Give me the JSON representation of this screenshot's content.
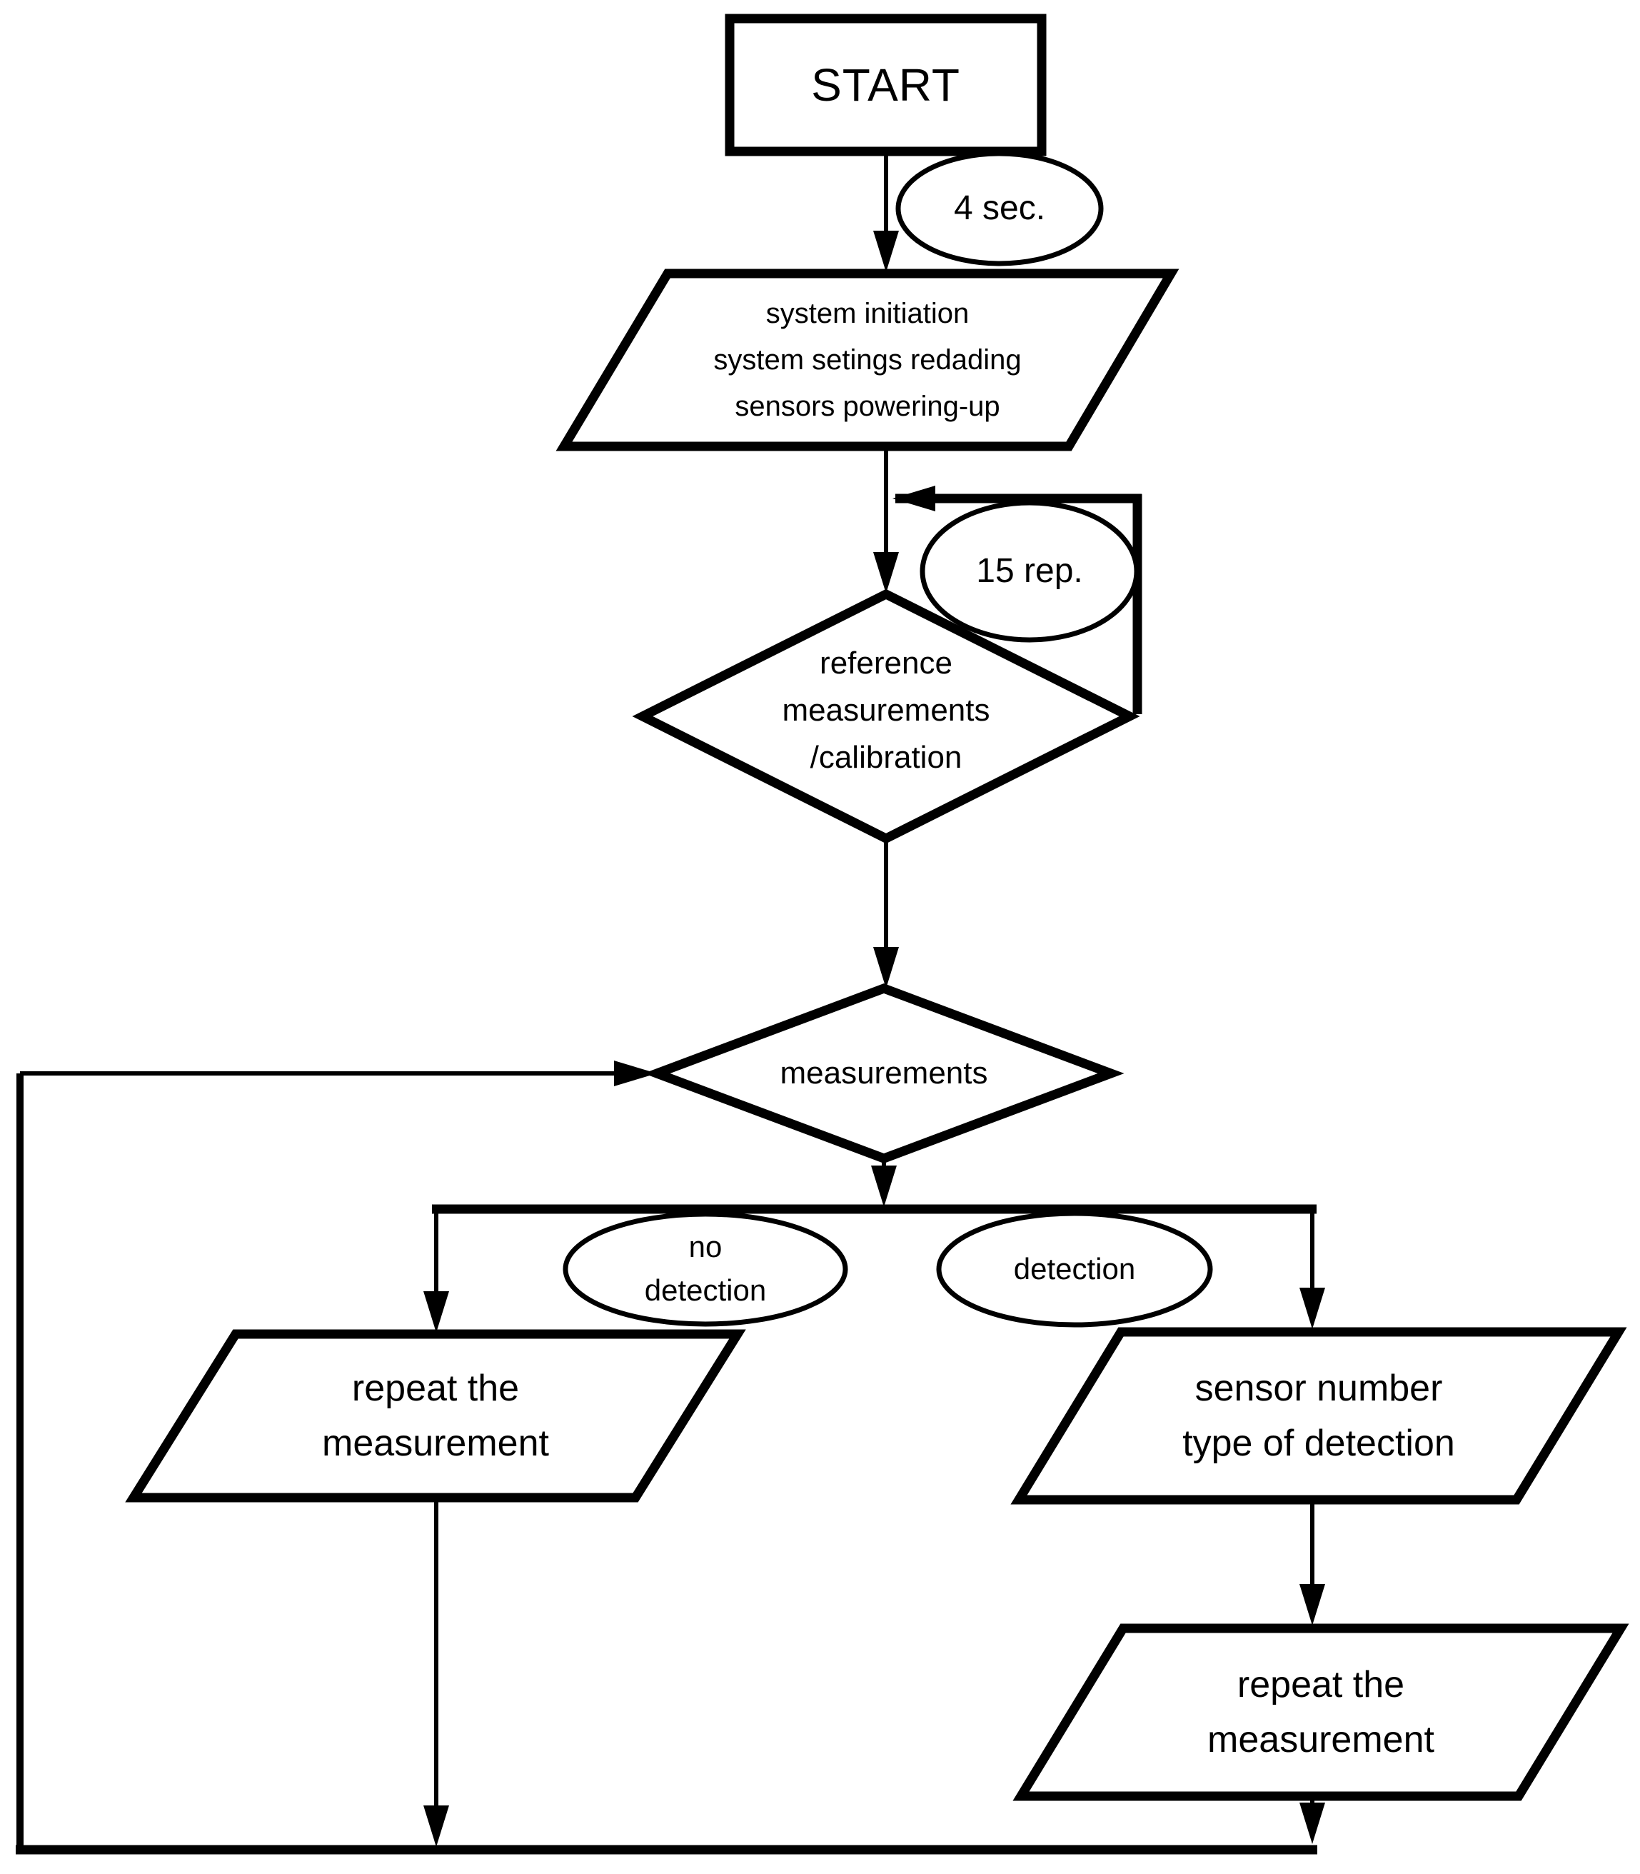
{
  "page": {
    "background": "#ffffff",
    "ink": "#000000"
  },
  "flowchart": {
    "nodes": {
      "start": {
        "shape": "rectangle",
        "label": "START"
      },
      "system_init": {
        "shape": "parallelogram",
        "lines": [
          "system initiation",
          "system setings redading",
          "sensors powering-up"
        ]
      },
      "reference_calibration": {
        "shape": "diamond",
        "lines": [
          "reference",
          "measurements",
          "/calibration"
        ]
      },
      "measurements": {
        "shape": "diamond",
        "label": "measurements"
      },
      "repeat_measurement_left": {
        "shape": "parallelogram",
        "lines": [
          "repeat the",
          "measurement"
        ]
      },
      "sensor_number": {
        "shape": "parallelogram",
        "lines": [
          "sensor number",
          "type of detection"
        ]
      },
      "repeat_measurement_right": {
        "shape": "parallelogram",
        "lines": [
          "repeat the",
          "measurement"
        ]
      }
    },
    "edge_labels": {
      "four_sec": "4 sec.",
      "fifteen_rep": "15 rep.",
      "no_detection": {
        "lines": [
          "no",
          "detection"
        ]
      },
      "detection": "detection"
    }
  }
}
